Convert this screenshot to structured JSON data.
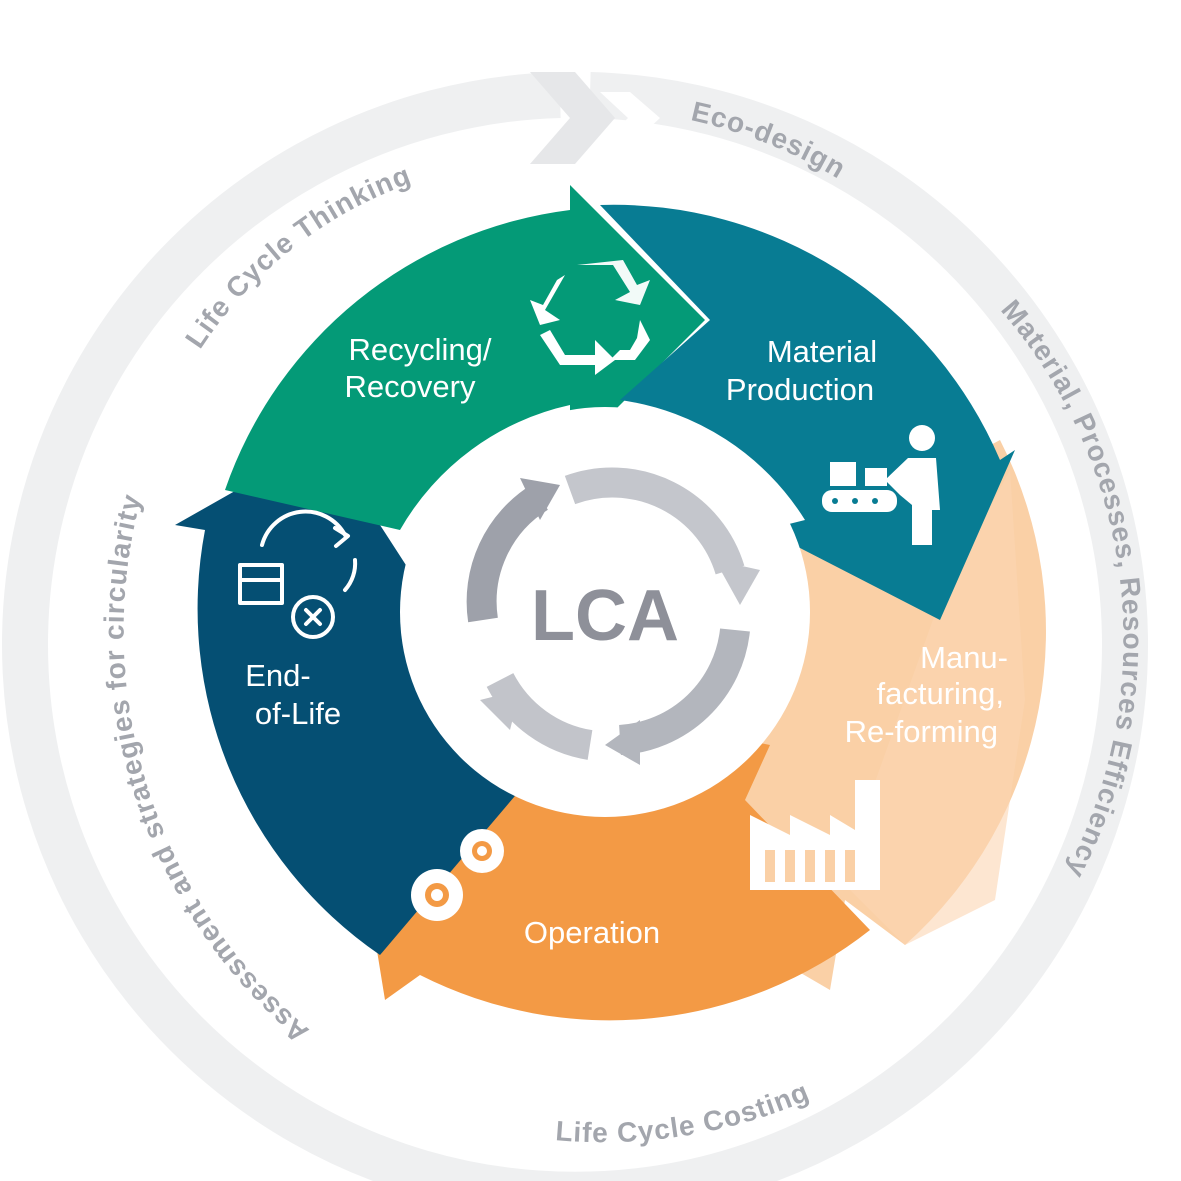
{
  "outer_ring": {
    "labels": {
      "top_left": "Life Cycle Thinking",
      "top_right": "Eco-design",
      "right": "Material, Processes, Resources Efficiency",
      "bottom": "Life Cycle Costing",
      "left": "Assessment and strategies for circularity"
    }
  },
  "segments": {
    "recycling": {
      "line1": "Recycling/",
      "line2": "Recovery",
      "color": "#049a77",
      "icon": "recycle-icon"
    },
    "material": {
      "line1": "Material",
      "line2": "Production",
      "color": "#087c93",
      "icon": "worker-conveyor-icon"
    },
    "manufacturing": {
      "line1": "Manu-",
      "line2": "facturing,",
      "line3": "Re-forming",
      "color": "#fad0a6",
      "icon": "factory-icon"
    },
    "operation": {
      "line1": "Operation",
      "color": "#f39a45",
      "icon": "gears-icon"
    },
    "end_of_life": {
      "line1": "End-",
      "line2": "of-Life",
      "color": "#054f73",
      "icon": "box-cycle-cancel-icon"
    }
  },
  "center": {
    "label": "LCA",
    "arrow_color": "#9ea1aa"
  }
}
